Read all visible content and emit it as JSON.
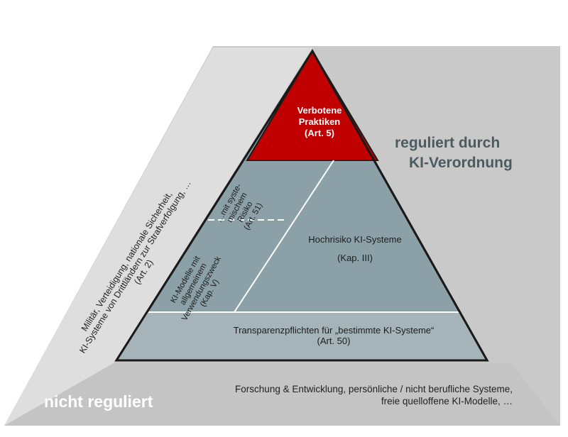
{
  "pyramid": {
    "prohibited": {
      "line1": "Verbotene",
      "line2": "Praktiken",
      "line3": "(Art. 5)"
    },
    "systemic_risk": {
      "line1": "…mit syste-",
      "line2": "mischem",
      "line3": "Risiko",
      "line4": "(Art. 51)"
    },
    "gpai": {
      "line1": "KI-Modelle mit",
      "line2": "allgemeinem",
      "line3": "Verwendungszweck",
      "line4": "(Kap. V)"
    },
    "high_risk": {
      "line1": "Hochrisiko KI-Systeme",
      "line2": "(Kap. III)"
    },
    "transparency": {
      "line1": "Transparenzpflichten für „bestimmte KI-Systeme“",
      "line2": "(Art. 50)"
    }
  },
  "outside": {
    "exempt_left": {
      "line1": "Militär, Verteidigung, nationale Sicherheit,",
      "line2": "KI-Systeme von Drittländern zur Strafverfolgung, …",
      "line3": "(Art. 2)"
    },
    "research": {
      "line1": "Forschung & Entwicklung, persönliche / nicht berufliche Systeme,",
      "line2": "freie quelloffene KI-Modelle, …"
    },
    "not_regulated": "nicht reguliert",
    "regulated": {
      "line1": "reguliert durch",
      "line2": "KI-Verordnung"
    }
  },
  "colors": {
    "red": "#c00000",
    "slate": "#8aa0a6",
    "slate_light": "#a7b6ba",
    "outer_grey": "#c8c8c8",
    "left_band": "#dcdcdc"
  }
}
